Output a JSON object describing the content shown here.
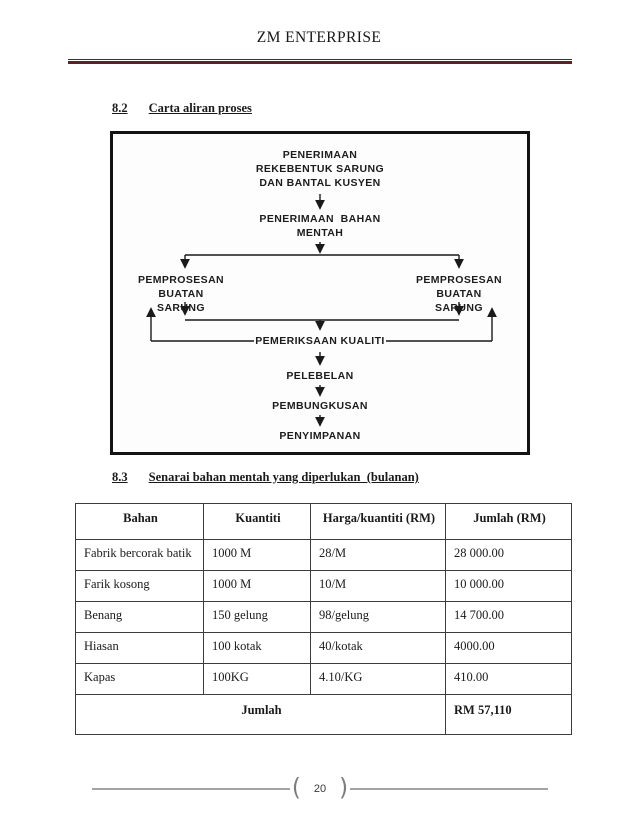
{
  "header": {
    "title": "ZM ENTERPRISE"
  },
  "sections": {
    "s82": {
      "number": "8.2",
      "title": "Carta aliran proses"
    },
    "s83": {
      "number": "8.3",
      "title": "Senarai bahan mentah yang diperlukan  (bulanan)"
    }
  },
  "flowchart": {
    "receive_design": "PENERIMAAN\nREKEBENTUK SARUNG\nDAN BANTAL KUSYEN",
    "receive_raw_material": "PENERIMAAN  BAHAN\nMENTAH",
    "process_left": "PEMPROSESAN BUATAN\nSARUNG",
    "process_right": "PEMPROSESAN BUATAN\nSARUNG",
    "quality_check": "PEMERIKSAAN KUALITI",
    "labeling": "PELEBELAN",
    "packing": "PEMBUNGKUSAN",
    "storage": "PENYIMPANAN"
  },
  "materials_table": {
    "headers": [
      "Bahan",
      "Kuantiti",
      "Harga/kuantiti (RM)",
      "Jumlah (RM)"
    ],
    "rows": [
      [
        "Fabrik bercorak batik",
        "1000 M",
        "28/M",
        "28 000.00"
      ],
      [
        "Farik kosong",
        "1000 M",
        "10/M",
        "10 000.00"
      ],
      [
        "Benang",
        "150 gelung",
        "98/gelung",
        "14 700.00"
      ],
      [
        "Hiasan",
        "100 kotak",
        "40/kotak",
        "4000.00"
      ],
      [
        "Kapas",
        "100KG",
        "4.10/KG",
        "410.00"
      ]
    ],
    "total_label": "Jumlah",
    "total_value": "RM 57,110"
  },
  "footer": {
    "page_number": "20",
    "bracket_left": "(",
    "bracket_right": ")"
  },
  "colors": {
    "header_rule": "#5e2321",
    "footer_line": "#a3a3a3",
    "bracket": "#7c7c7c",
    "text": "#1a1a1a"
  }
}
